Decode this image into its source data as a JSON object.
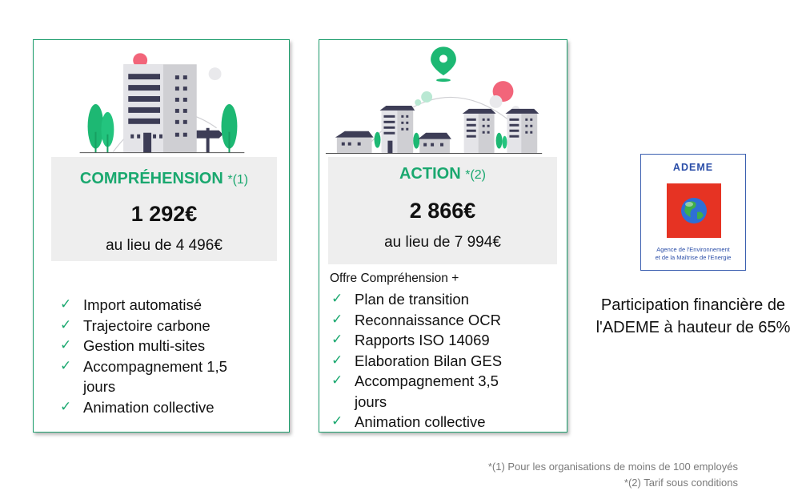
{
  "offers": [
    {
      "name": "COMPRÉHENSION",
      "note": "*(1)",
      "price": "1 292€",
      "instead_of": "au lieu de 4 496€",
      "intro": "",
      "features": [
        "Import automatisé",
        "Trajectoire carbone",
        "Gestion multi-sites",
        "Accompagnement 1,5 jours",
        "Animation collective"
      ]
    },
    {
      "name": "ACTION",
      "note": "*(2)",
      "price": "2 866€",
      "instead_of": "au lieu de 7 994€",
      "intro": "Offre Compréhension +",
      "features": [
        "Plan de transition",
        "Reconnaissance OCR",
        "Rapports ISO 14069",
        "Elaboration Bilan GES",
        "Accompagnement 3,5 jours",
        "Animation collective"
      ]
    }
  ],
  "check_glyph": "✓",
  "ademe": {
    "logo_title": "ADEME",
    "logo_subtitle_line1": "Agence de l'Environnement",
    "logo_subtitle_line2": "et de la Maîtrise de l'Energie",
    "participation_line1": "Participation financière de",
    "participation_line2": "l'ADEME  à hauteur de 65%"
  },
  "footnotes": [
    "*(1) Pour  les organisations de moins de 100 employés",
    "*(2) Tarif sous conditions"
  ],
  "colors": {
    "accent_green": "#1aa86f",
    "card_border": "#1f9e6e",
    "price_box_bg": "#eeeeee",
    "building_dark": "#3d3d56",
    "building_light": "#cfcfd3",
    "tree_green": "#1db873",
    "sun_pink": "#f2657a",
    "ademe_red": "#e63323",
    "ademe_blue": "#2b4ea8"
  },
  "icons": [
    "building-illustration",
    "city-illustration",
    "location-pin-icon",
    "checkmark-icon",
    "globe-icon"
  ]
}
